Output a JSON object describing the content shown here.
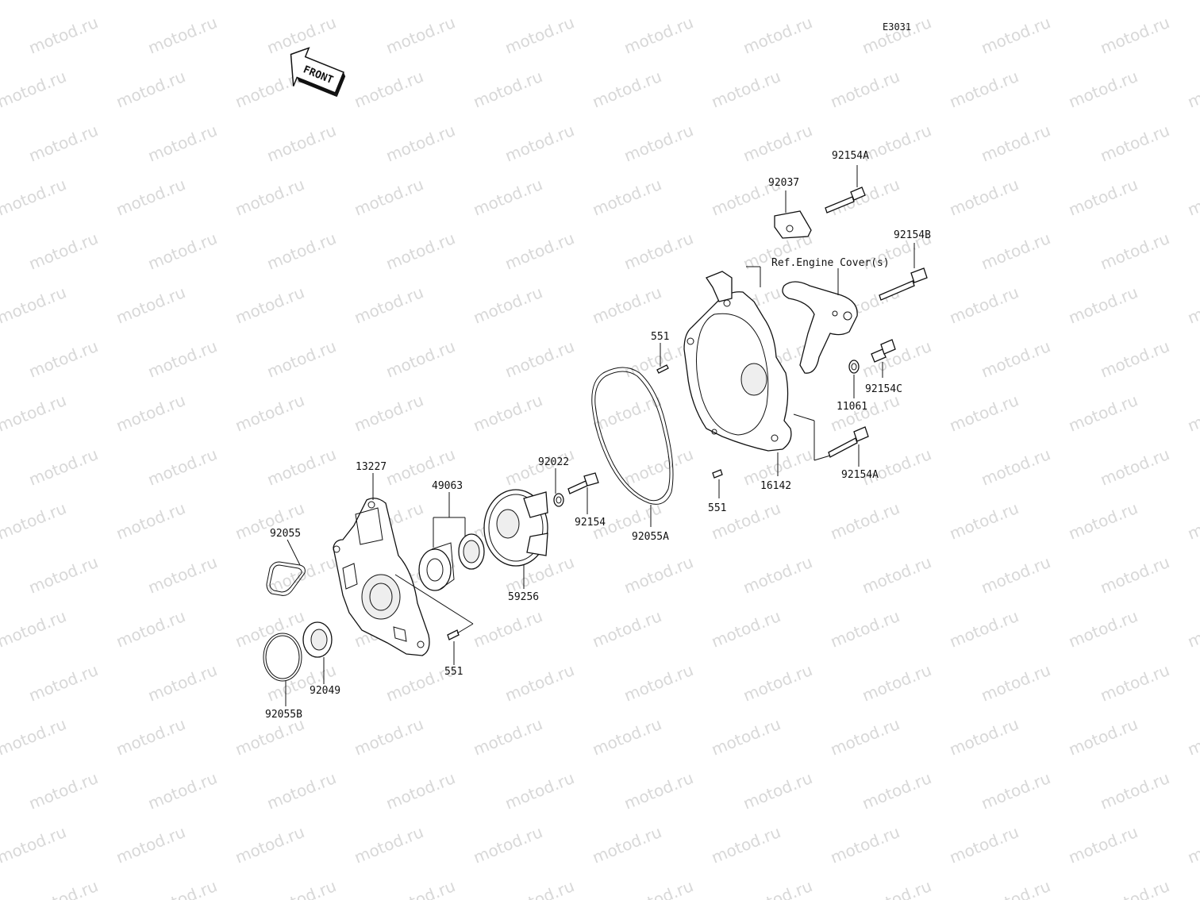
{
  "diagram_code": "E3031",
  "front_label": "FRONT",
  "watermark": "motod.ru",
  "ref_note": "Ref.Engine Cover(s)",
  "parts": {
    "p92154A_top": "92154A",
    "p92037": "92037",
    "p92154B": "92154B",
    "p551_upper": "551",
    "p92154C": "92154C",
    "p11061": "11061",
    "p16142": "16142",
    "p92154A_lower": "92154A",
    "p551_mid": "551",
    "p92055A": "92055A",
    "p92022": "92022",
    "p92154": "92154",
    "p49063": "49063",
    "p59256": "59256",
    "p13227": "13227",
    "p92055": "92055",
    "p92049": "92049",
    "p92055B": "92055B",
    "p551_lower": "551"
  }
}
